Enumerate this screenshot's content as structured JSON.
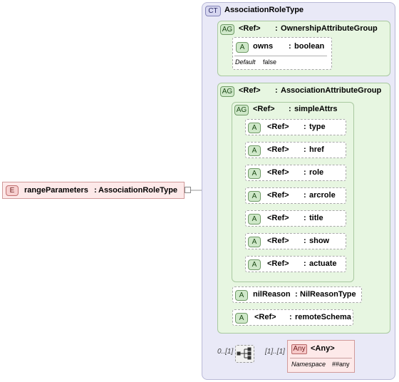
{
  "complex_type": {
    "badge": "CT",
    "name": "AssociationRoleType"
  },
  "element": {
    "badge": "E",
    "name": "rangeParameters",
    "sep": ":",
    "type": "AssociationRoleType"
  },
  "ownership_group": {
    "badge": "AG",
    "ref": "<Ref>",
    "sep": ":",
    "name": "OwnershipAttributeGroup",
    "attr": {
      "badge": "A",
      "name": "owns",
      "sep": ":",
      "type": "boolean",
      "default_label": "Default",
      "default_value": "false"
    }
  },
  "association_group": {
    "badge": "AG",
    "ref": "<Ref>",
    "sep": ":",
    "name": "AssociationAttributeGroup",
    "simple_attrs": {
      "badge": "AG",
      "ref": "<Ref>",
      "sep": ":",
      "name": "simpleAttrs",
      "items": [
        {
          "badge": "A",
          "ref": "<Ref>",
          "sep": ":",
          "name": "type"
        },
        {
          "badge": "A",
          "ref": "<Ref>",
          "sep": ":",
          "name": "href"
        },
        {
          "badge": "A",
          "ref": "<Ref>",
          "sep": ":",
          "name": "role"
        },
        {
          "badge": "A",
          "ref": "<Ref>",
          "sep": ":",
          "name": "arcrole"
        },
        {
          "badge": "A",
          "ref": "<Ref>",
          "sep": ":",
          "name": "title"
        },
        {
          "badge": "A",
          "ref": "<Ref>",
          "sep": ":",
          "name": "show"
        },
        {
          "badge": "A",
          "ref": "<Ref>",
          "sep": ":",
          "name": "actuate"
        }
      ]
    },
    "nil_reason": {
      "badge": "A",
      "name": "nilReason",
      "sep": ":",
      "type": "NilReasonType"
    },
    "remote_schema": {
      "badge": "A",
      "ref": "<Ref>",
      "sep": ":",
      "name": "remoteSchema"
    }
  },
  "sequence": {
    "outer_cardinality": "0..[1]",
    "inner_cardinality": "[1]..[1]"
  },
  "any": {
    "badge": "Any",
    "name": "<Any>",
    "namespace_label": "Namespace",
    "namespace_value": "##any"
  }
}
